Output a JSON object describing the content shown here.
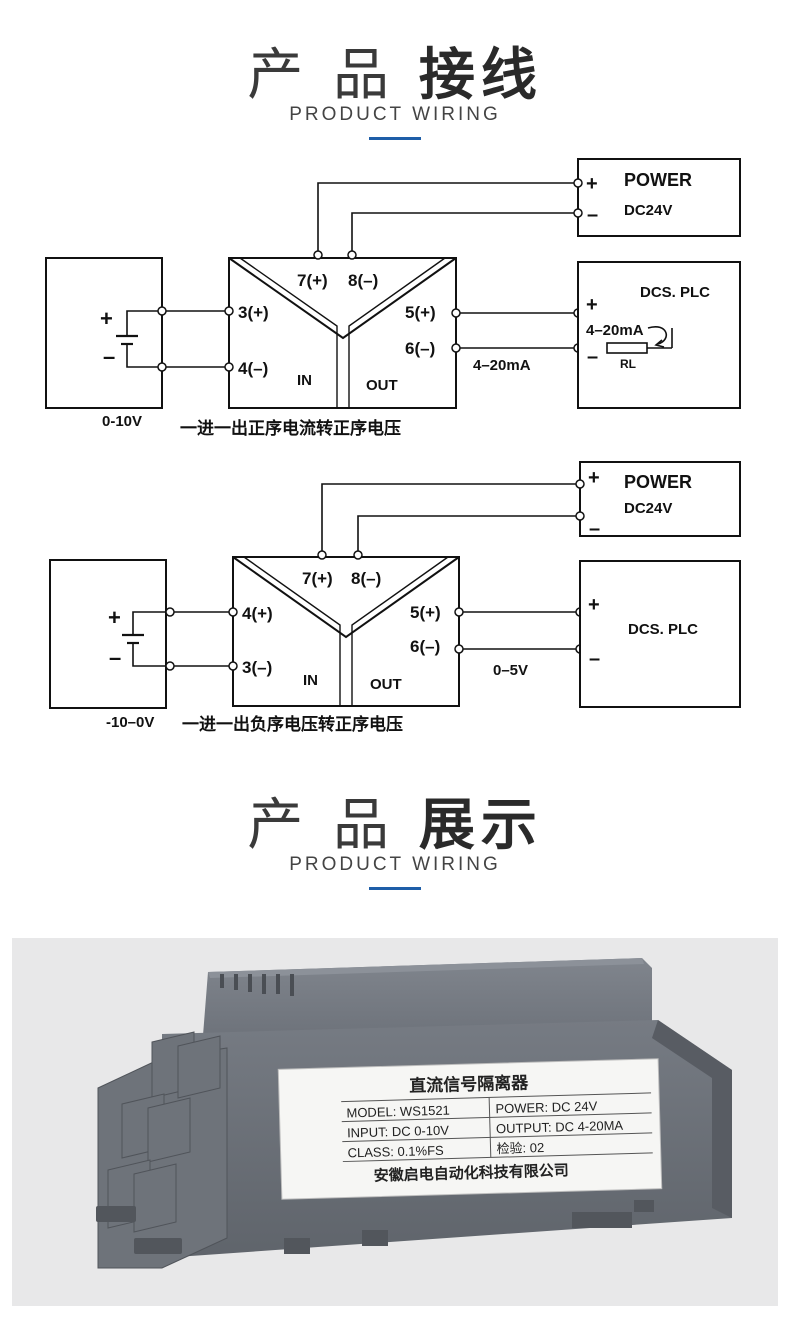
{
  "section1": {
    "title_light": "产 品",
    "title_bold": "接线",
    "subtitle": "PRODUCT WIRING"
  },
  "diagram1": {
    "power_label": "POWER",
    "power_voltage": "DC24V",
    "power_plus": "+",
    "power_minus": "–",
    "source_plus": "+",
    "source_minus": "–",
    "source_range": "0-10V",
    "term_top_left": "7(+)",
    "term_top_right": "8(–)",
    "term_in_a": "3(+)",
    "term_in_b": "4(–)",
    "term_out_a": "5(+)",
    "term_out_b": "6(–)",
    "in_label": "IN",
    "out_label": "OUT",
    "output_signal": "4–20mA",
    "load_label": "DCS. PLC",
    "load_plus": "+",
    "load_minus": "–",
    "loop_current": "4–20mA",
    "resistor_label": "RL",
    "caption": "一进一出正序电流转正序电压"
  },
  "diagram2": {
    "power_label": "POWER",
    "power_voltage": "DC24V",
    "power_plus": "+",
    "power_minus": "–",
    "source_plus": "+",
    "source_minus": "–",
    "source_range": "-10–0V",
    "term_top_left": "7(+)",
    "term_top_right": "8(–)",
    "term_in_a": "4(+)",
    "term_in_b": "3(–)",
    "term_out_a": "5(+)",
    "term_out_b": "6(–)",
    "in_label": "IN",
    "out_label": "OUT",
    "output_signal": "0–5V",
    "load_label": "DCS. PLC",
    "load_plus": "+",
    "load_minus": "–",
    "caption": "一进一出负序电压转正序电压"
  },
  "section2": {
    "title_light": "产 品",
    "title_bold": "展示",
    "subtitle": "PRODUCT WIRING"
  },
  "product_label": {
    "heading": "直流信号隔离器",
    "model": "MODEL: WS1521",
    "power": "POWER: DC 24V",
    "input": "INPUT: DC 0-10V",
    "output": "OUTPUT: DC 4-20MA",
    "class": "CLASS: 0.1%FS",
    "inspection": "检验: 02",
    "company": "安徽启电自动化科技有限公司"
  },
  "colors": {
    "accent_bar": "#1e5ea8",
    "housing": "#6f747c",
    "photo_background": "#e8e8e9"
  }
}
